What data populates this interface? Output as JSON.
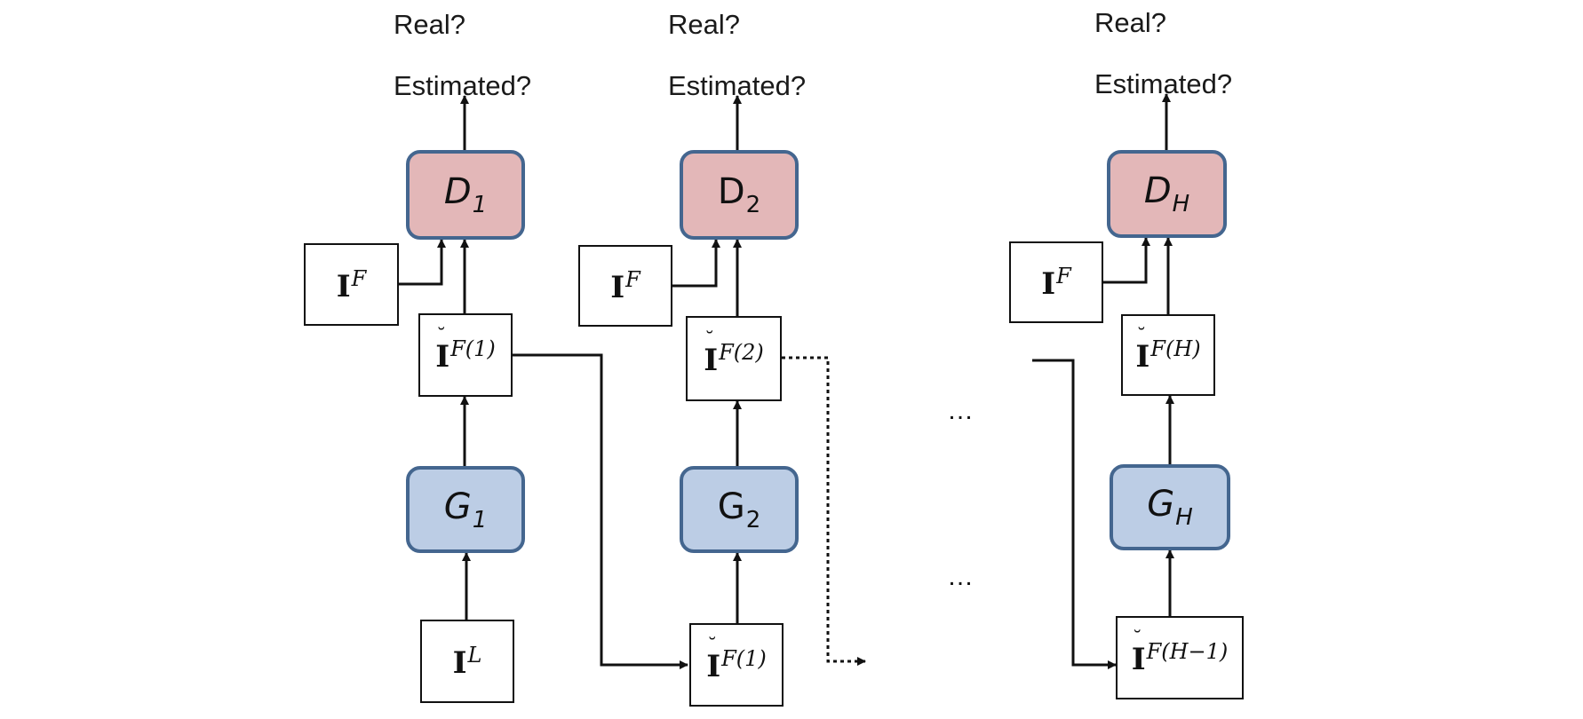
{
  "columns": [
    {
      "question_real": "Real?",
      "question_estimated": "Estimated?",
      "discriminator": {
        "letter": "D",
        "sub": "1"
      },
      "generator": {
        "letter": "G",
        "sub": "1"
      },
      "real_input": {
        "symbol": "I",
        "sup": "F"
      },
      "output": {
        "symbol": "I",
        "sup": "F(1)"
      },
      "input": {
        "symbol": "I",
        "sup": "L"
      }
    },
    {
      "question_real": "Real?",
      "question_estimated": "Estimated?",
      "discriminator": {
        "letter": "D",
        "sub": "2"
      },
      "generator": {
        "letter": "G",
        "sub": "2"
      },
      "real_input": {
        "symbol": "I",
        "sup": "F"
      },
      "output": {
        "symbol": "I",
        "sup": "F(2)"
      },
      "input": {
        "symbol": "I",
        "sup": "F(1)"
      }
    },
    {
      "question_real": "Real?",
      "question_estimated": "Estimated?",
      "discriminator": {
        "letter": "D",
        "sub": "H"
      },
      "generator": {
        "letter": "G",
        "sub": "H"
      },
      "real_input": {
        "symbol": "I",
        "sup": "F"
      },
      "output": {
        "symbol": "I",
        "sup": "F(H)"
      },
      "input": {
        "symbol": "I",
        "sup": "F(H−1)"
      }
    }
  ],
  "ellipsis_upper": "…",
  "ellipsis_lower": "…"
}
